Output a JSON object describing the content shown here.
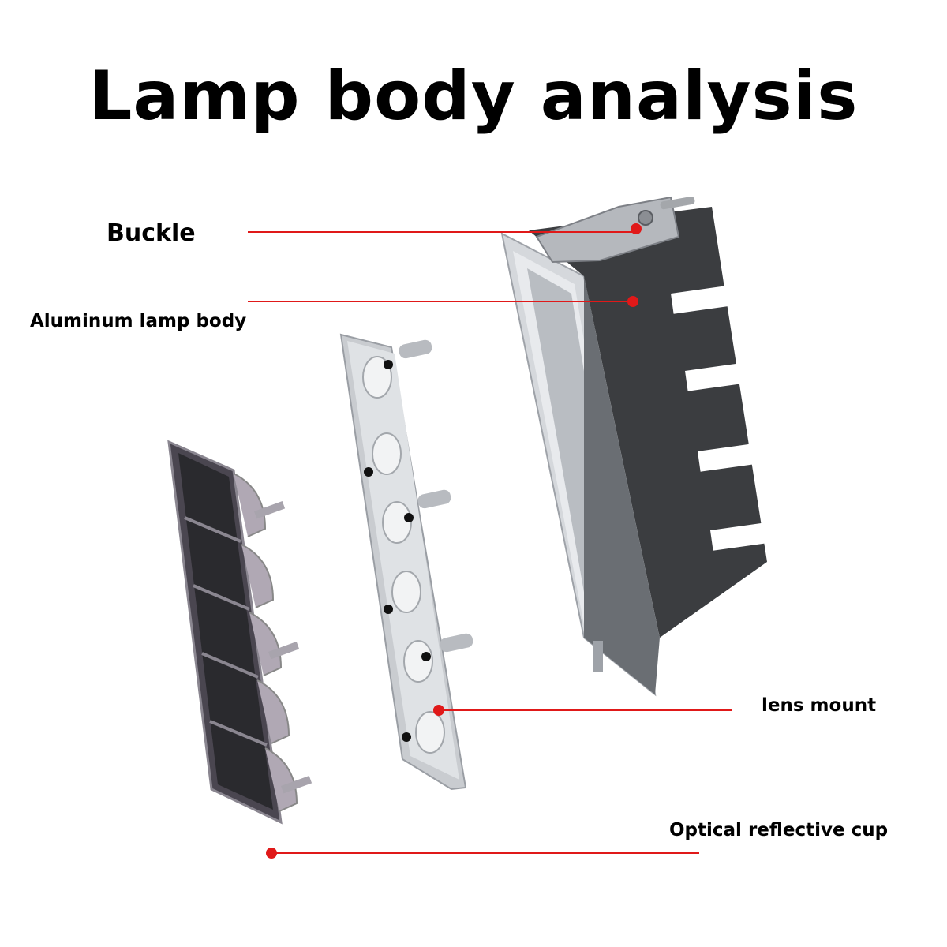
{
  "title": "Lamp body analysis",
  "labels": {
    "buckle": "Buckle",
    "aluminum_body": "Aluminum lamp body",
    "lens_mount": "lens mount",
    "reflective_cup": "Optical reflective cup"
  },
  "colors": {
    "callout": "#e01919",
    "body_dark": "#3b3d40",
    "aluminum": "#c9ccd0",
    "cup_dark": "#2a2a2e"
  }
}
